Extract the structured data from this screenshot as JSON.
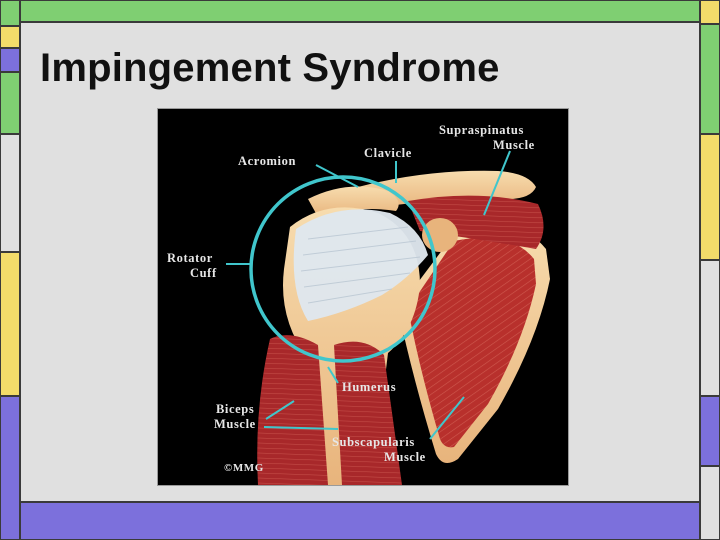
{
  "slide": {
    "title": "Impingement Syndrome"
  },
  "figure": {
    "labels": {
      "supraspinatus_1": "Supraspinatus",
      "supraspinatus_2": "Muscle",
      "clavicle": "Clavicle",
      "acromion": "Acromion",
      "rotator_1": "Rotator",
      "rotator_2": "Cuff",
      "humerus": "Humerus",
      "biceps_1": "Biceps",
      "biceps_2": "Muscle",
      "subscap_1": "Subscapularis",
      "subscap_2": "Muscle",
      "copyright": "©MMG"
    },
    "colors": {
      "background": "#000000",
      "muscle": "#b8302c",
      "bone": "#f2c98e",
      "tendon": "#dfe7ee",
      "circle": "#40c6cc",
      "pointer": "#40c6cc"
    }
  },
  "theme": {
    "panel": "#e0e0e0",
    "green": "#7fcf72",
    "yellow": "#f3dc6a",
    "purple": "#7c70dc",
    "gray": "#e0e0e0"
  }
}
